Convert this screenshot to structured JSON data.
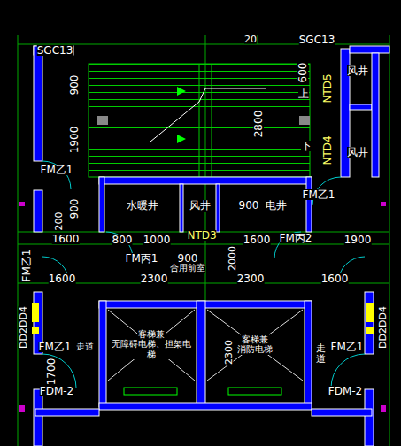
{
  "diagram": {
    "nodes": [
      {
        "text": [
          "水暖井"
        ]
      },
      {
        "text": [
          "风井"
        ]
      },
      {
        "text": [
          "900",
          "电井"
        ]
      },
      {
        "text": [
          "客梯兼",
          "无障碍电梯、担架电梯"
        ]
      },
      {
        "text": [
          "客梯兼",
          "消防电梯"
        ]
      }
    ],
    "labels": [
      "SGC13",
      "20",
      "SGC13",
      "900",
      "1900",
      "200",
      "900",
      "2800",
      "600",
      "上",
      "NTD5",
      "风井",
      "下",
      "NTD4",
      "风井",
      "FM乙1",
      "FM乙1",
      "1600",
      "800",
      "1000",
      "NTD3",
      "1600",
      "FM丙2",
      "1900",
      "FM丙1",
      "900",
      "合用前室",
      "2000",
      "1600",
      "2300",
      "2300",
      "1600",
      "FM乙1",
      "DD2DD4",
      "DD2DD4",
      "FM乙1",
      "走道",
      "1700",
      "FDM-2",
      "走道",
      "FM乙1",
      "FDM-2",
      "2300"
    ]
  }
}
